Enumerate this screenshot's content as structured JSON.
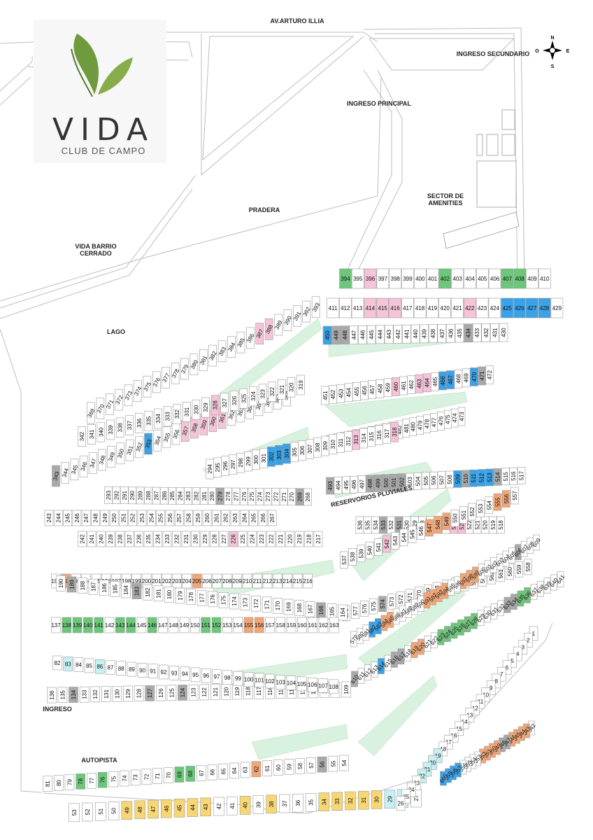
{
  "logo": {
    "title": "VIDA",
    "subtitle": "CLUB DE CAMPO"
  },
  "labels": {
    "av_illia": "AV.ARTURO ILLIA",
    "ingreso_secundario": "INGRESO SECUNDARIO",
    "ingreso_principal": "INGRESO PRINCIPAL",
    "sector_amenities_1": "SECTOR DE",
    "sector_amenities_2": "AMENITIES",
    "pradera": "PRADERA",
    "barrio_1": "VIDA BARRIO",
    "barrio_2": "CERRADO",
    "lago": "LAGO",
    "reservorios": "RESERVORIOS PLUVIALES",
    "ingreso": "INGRESO",
    "autopista": "AUTOPISTA"
  },
  "compass": {
    "n": "N",
    "s": "S",
    "e": "E",
    "o": "O"
  },
  "colors": {
    "green": "#6cc77a",
    "blue": "#3aa2e8",
    "pink": "#f6c4d8",
    "orange": "#f2a675",
    "gray": "#a9a9a9",
    "yellow": "#f7d774",
    "cyan": "#c7f0f3",
    "park": "#d9f2df"
  },
  "highlighted_lots": {
    "green": [
      "394",
      "402",
      "407",
      "408",
      "138",
      "139",
      "140",
      "141",
      "143",
      "144",
      "146",
      "151",
      "152",
      "69",
      "68",
      "78",
      "76",
      "623",
      "624",
      "625",
      "626",
      "627",
      "628",
      "635",
      "636"
    ],
    "blue": [
      "425",
      "426",
      "427",
      "428",
      "450",
      "466",
      "467",
      "470",
      "302",
      "303",
      "304",
      "353",
      "509",
      "511",
      "512",
      "513",
      "582",
      "583",
      "614",
      "660",
      "659",
      "658",
      "657"
    ],
    "pink": [
      "414",
      "415",
      "416",
      "422",
      "396",
      "357",
      "358",
      "359",
      "360",
      "361",
      "328",
      "313",
      "318",
      "387",
      "388",
      "460",
      "463",
      "464",
      "492",
      "523",
      "524",
      "542",
      "226"
    ],
    "orange": [
      "192",
      "205",
      "155",
      "156",
      "62",
      "619",
      "620",
      "547",
      "548",
      "549",
      "556",
      "555",
      "585",
      "584",
      "592",
      "593",
      "594",
      "591",
      "597",
      "598",
      "599",
      "643",
      "644",
      "645",
      "646",
      "649",
      "650",
      "651",
      "652"
    ],
    "gray": [
      "343",
      "448",
      "449",
      "471",
      "514",
      "434",
      "493",
      "498",
      "499",
      "500",
      "501",
      "502",
      "510",
      "531",
      "533",
      "574",
      "606",
      "617",
      "616",
      "610",
      "634",
      "633",
      "647",
      "648",
      "279",
      "269",
      "189",
      "183",
      "166",
      "134",
      "127",
      "124",
      "56"
    ],
    "yellow": [
      "49",
      "48",
      "47",
      "46",
      "45",
      "44",
      "43",
      "40",
      "38",
      "34",
      "33",
      "32",
      "31",
      "30"
    ],
    "cyan": [
      "83",
      "86",
      "29",
      "28",
      "22",
      "21",
      "20",
      "19"
    ]
  },
  "lot_rows": [
    [
      "394",
      "395",
      "396",
      "397",
      "398",
      "399",
      "400",
      "401",
      "402",
      "403",
      "404",
      "405",
      "406",
      "407",
      "408",
      "409",
      "410"
    ],
    [
      "411",
      "412",
      "413",
      "414",
      "415",
      "416",
      "417",
      "418",
      "419",
      "420",
      "421",
      "422",
      "423",
      "424",
      "425",
      "426",
      "427",
      "428",
      "429"
    ],
    [
      "430",
      "431",
      "432",
      "433",
      "434",
      "435",
      "436",
      "437",
      "438",
      "439",
      "440",
      "441",
      "442",
      "443",
      "444",
      "445",
      "446",
      "447",
      "448",
      "449",
      "450"
    ],
    [
      "451",
      "452",
      "453",
      "454",
      "455",
      "456",
      "457",
      "458",
      "459",
      "460",
      "461",
      "462",
      "463",
      "464",
      "465",
      "466",
      "467",
      "468",
      "469",
      "470",
      "471",
      "472"
    ],
    [
      "473",
      "474",
      "475",
      "476",
      "477",
      "478",
      "479",
      "480",
      "481",
      "482",
      "483",
      "484",
      "485",
      "486",
      "487",
      "488",
      "489",
      "490",
      "491",
      "492"
    ],
    [
      "493",
      "494",
      "495",
      "496",
      "497",
      "498",
      "499",
      "500",
      "501",
      "502",
      "503",
      "504",
      "505",
      "506",
      "507",
      "508",
      "509",
      "510",
      "511",
      "512",
      "513",
      "514",
      "515",
      "516",
      "517"
    ],
    [
      "518",
      "519",
      "520",
      "521",
      "522",
      "523",
      "524",
      "525",
      "526",
      "527",
      "528",
      "529",
      "530",
      "531",
      "532",
      "533",
      "534",
      "535",
      "536"
    ],
    [
      "537",
      "538",
      "539",
      "540",
      "541",
      "542",
      "543",
      "544",
      "545",
      "546",
      "547",
      "548",
      "549",
      "550",
      "551",
      "552",
      "553",
      "554",
      "555",
      "556",
      "557"
    ],
    [
      "558",
      "559",
      "560",
      "561",
      "562",
      "563",
      "564",
      "565",
      "566",
      "567",
      "568",
      "569",
      "570",
      "571",
      "572",
      "573",
      "574",
      "575",
      "576",
      "577",
      "578"
    ],
    [
      "579",
      "580",
      "581",
      "582",
      "583",
      "584",
      "585",
      "586",
      "587",
      "588",
      "589",
      "590",
      "591",
      "592",
      "593",
      "594",
      "595",
      "596",
      "597",
      "598",
      "599",
      "600",
      "601",
      "602",
      "603",
      "604",
      "605",
      "606",
      "607",
      "608",
      "609"
    ],
    [
      "610",
      "611",
      "612",
      "613",
      "614",
      "615",
      "616",
      "617",
      "618",
      "619",
      "620",
      "621",
      "622",
      "623",
      "624",
      "625",
      "626",
      "627",
      "628",
      "629",
      "630",
      "631",
      "632",
      "633",
      "634",
      "635",
      "636",
      "637",
      "638",
      "639",
      "640",
      "641"
    ],
    [
      "642",
      "643",
      "644",
      "645",
      "646",
      "647",
      "648",
      "649",
      "650",
      "651",
      "652",
      "653",
      "654",
      "655",
      "656",
      "657",
      "658",
      "659",
      "660"
    ],
    [
      "343",
      "344",
      "345",
      "346",
      "347",
      "348",
      "349",
      "350",
      "351",
      "352",
      "353",
      "354",
      "355",
      "356",
      "357",
      "358",
      "359",
      "360",
      "361",
      "362",
      "363",
      "364",
      "365",
      "366",
      "367",
      "368"
    ],
    [
      "369",
      "370",
      "371",
      "372",
      "373",
      "374",
      "375",
      "376",
      "377",
      "378",
      "379",
      "380",
      "381",
      "382",
      "383",
      "384",
      "385",
      "386",
      "387",
      "388",
      "389",
      "390",
      "391",
      "392",
      "393"
    ],
    [
      "319",
      "320",
      "321",
      "322",
      "323",
      "324",
      "325",
      "326",
      "327",
      "328",
      "329",
      "330",
      "331",
      "332",
      "333",
      "334",
      "335",
      "336",
      "337",
      "338",
      "339",
      "340",
      "341",
      "342"
    ],
    [
      "294",
      "295",
      "296",
      "297",
      "298",
      "299",
      "300",
      "301",
      "302",
      "303",
      "304",
      "305",
      "306",
      "307",
      "308",
      "309",
      "310",
      "311",
      "312",
      "313",
      "314",
      "315",
      "316",
      "317",
      "318"
    ],
    [
      "268",
      "269",
      "270",
      "271",
      "272",
      "273",
      "274",
      "275",
      "276",
      "277",
      "278",
      "279",
      "280",
      "281",
      "282",
      "283",
      "284",
      "285",
      "286",
      "287",
      "288",
      "289",
      "290",
      "291",
      "292",
      "293"
    ],
    [
      "243",
      "244",
      "245",
      "246",
      "247",
      "248",
      "249",
      "250",
      "251",
      "252",
      "253",
      "254",
      "255",
      "256",
      "257",
      "258",
      "259",
      "260",
      "261",
      "262",
      "263",
      "264",
      "265",
      "266",
      "267"
    ],
    [
      "217",
      "218",
      "219",
      "220",
      "221",
      "222",
      "223",
      "224",
      "225",
      "226",
      "227",
      "228",
      "229",
      "230",
      "231",
      "232",
      "233",
      "234",
      "235",
      "236",
      "237",
      "238",
      "239",
      "240",
      "241",
      "242"
    ],
    [
      "191",
      "192",
      "193",
      "194",
      "195",
      "196",
      "197",
      "198",
      "199",
      "200",
      "201",
      "202",
      "203",
      "204",
      "205",
      "206",
      "207",
      "208",
      "209",
      "210",
      "211",
      "212",
      "213",
      "214",
      "215",
      "216"
    ],
    [
      "164",
      "165",
      "166",
      "167",
      "168",
      "169",
      "170",
      "171",
      "172",
      "173",
      "174",
      "175",
      "176",
      "177",
      "178",
      "179",
      "180",
      "181",
      "182",
      "183",
      "184",
      "185",
      "186",
      "187",
      "188",
      "189",
      "190"
    ],
    [
      "137",
      "138",
      "139",
      "140",
      "141",
      "142",
      "143",
      "144",
      "145",
      "146",
      "147",
      "148",
      "149",
      "150",
      "151",
      "152",
      "153",
      "154",
      "155",
      "156",
      "157",
      "158",
      "159",
      "160",
      "161",
      "162",
      "163"
    ],
    [
      "109",
      "110",
      "111",
      "112",
      "113",
      "114",
      "115",
      "116",
      "117",
      "118",
      "119",
      "120",
      "121",
      "122",
      "123",
      "124",
      "125",
      "126",
      "127",
      "128",
      "129",
      "130",
      "131",
      "132",
      "133",
      "134",
      "135",
      "136"
    ],
    [
      "82",
      "83",
      "84",
      "85",
      "86",
      "87",
      "88",
      "89",
      "90",
      "91",
      "92",
      "93",
      "94",
      "95",
      "96",
      "97",
      "98",
      "99",
      "100",
      "101",
      "102",
      "103",
      "104",
      "105",
      "106",
      "107",
      "108"
    ],
    [
      "54",
      "55",
      "56",
      "57",
      "58",
      "59",
      "60",
      "61",
      "62",
      "63",
      "64",
      "65",
      "66",
      "67",
      "68",
      "69",
      "70",
      "71",
      "72",
      "73",
      "74",
      "75",
      "76",
      "77",
      "78",
      "79",
      "80",
      "81"
    ],
    [
      "27",
      "28",
      "29",
      "30",
      "31",
      "32",
      "33",
      "34",
      "35",
      "36",
      "37",
      "38",
      "39",
      "40",
      "41",
      "42",
      "43",
      "44",
      "45",
      "46",
      "47",
      "48",
      "49",
      "50",
      "51",
      "52",
      "53"
    ],
    [
      "1",
      "2",
      "3",
      "4",
      "5",
      "6",
      "7",
      "8",
      "9",
      "10",
      "11",
      "12",
      "13",
      "14",
      "15",
      "16",
      "17",
      "18",
      "19",
      "20",
      "21",
      "22",
      "23",
      "24",
      "25",
      "26"
    ]
  ]
}
